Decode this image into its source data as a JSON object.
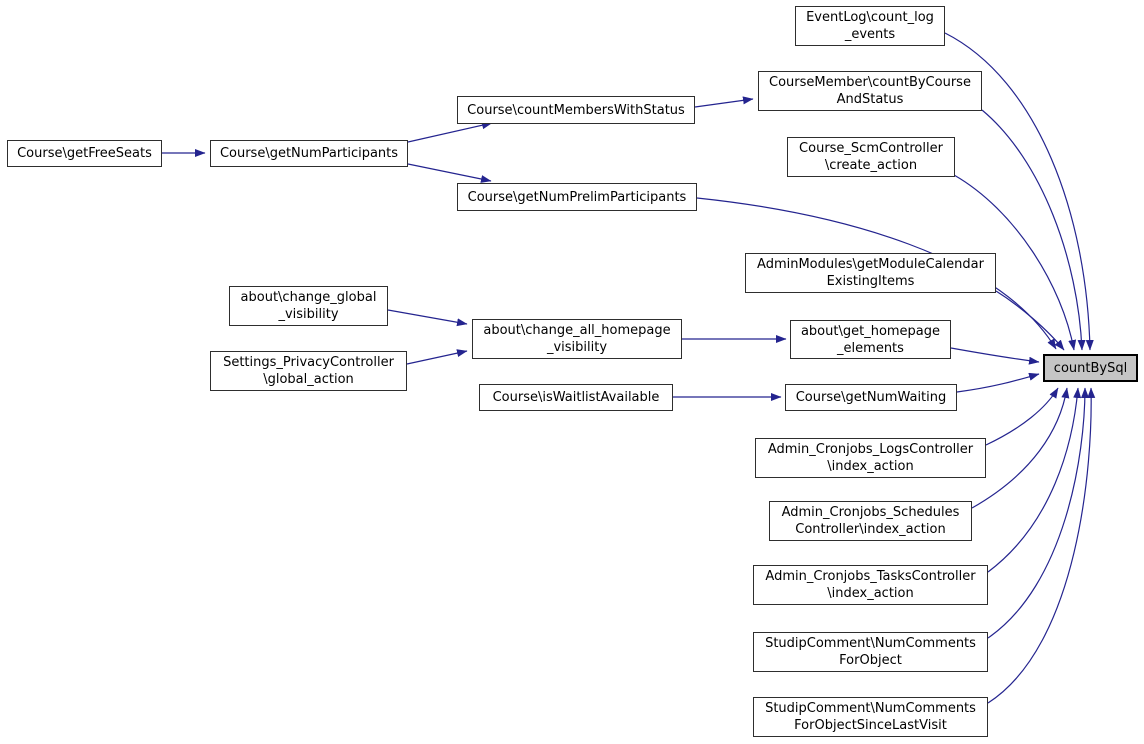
{
  "diagram": {
    "kind": "doxygen-call-graph",
    "target_function": "countBySql",
    "colors": {
      "edge": "#24248f",
      "node_border": "#2e2e2e",
      "node_fill": "#ffffff",
      "target_node_fill": "#c5c5c5",
      "background": "#ffffff",
      "text": "#000000"
    },
    "nodes": [
      {
        "id": "eventlog-count-log-events",
        "lines": [
          "EventLog\\count_log",
          "_events"
        ]
      },
      {
        "id": "coursemember-countbycourseandstatus",
        "lines": [
          "CourseMember\\countByCourse",
          "AndStatus"
        ]
      },
      {
        "id": "course-scmcontroller-create-action",
        "lines": [
          "Course_ScmController",
          "\\create_action"
        ]
      },
      {
        "id": "course-getfreeseats",
        "lines": [
          "Course\\getFreeSeats"
        ]
      },
      {
        "id": "course-getnumparticipants",
        "lines": [
          "Course\\getNumParticipants"
        ]
      },
      {
        "id": "course-countmemberswithstatus",
        "lines": [
          "Course\\countMembersWithStatus"
        ]
      },
      {
        "id": "course-getnumprelimparticipants",
        "lines": [
          "Course\\getNumPrelimParticipants"
        ]
      },
      {
        "id": "adminmodules-getmodulecalendarexistingitems",
        "lines": [
          "AdminModules\\getModuleCalendar",
          "ExistingItems"
        ]
      },
      {
        "id": "about-change-global-visibility",
        "lines": [
          "about\\change_global",
          "_visibility"
        ]
      },
      {
        "id": "settings-privacycontroller-global-action",
        "lines": [
          "Settings_PrivacyController",
          "\\global_action"
        ]
      },
      {
        "id": "about-change-all-homepage-visibility",
        "lines": [
          "about\\change_all_homepage",
          "_visibility"
        ]
      },
      {
        "id": "about-get-homepage-elements",
        "lines": [
          "about\\get_homepage",
          "_elements"
        ]
      },
      {
        "id": "course-iswaitlistavailable",
        "lines": [
          "Course\\isWaitlistAvailable"
        ]
      },
      {
        "id": "course-getnumwaiting",
        "lines": [
          "Course\\getNumWaiting"
        ]
      },
      {
        "id": "admin-cronjobs-logscontroller-index-action",
        "lines": [
          "Admin_Cronjobs_LogsController",
          "\\index_action"
        ]
      },
      {
        "id": "admin-cronjobs-schedulescontroller-index-action",
        "lines": [
          "Admin_Cronjobs_Schedules",
          "Controller\\index_action"
        ]
      },
      {
        "id": "admin-cronjobs-taskscontroller-index-action",
        "lines": [
          "Admin_Cronjobs_TasksController",
          "\\index_action"
        ]
      },
      {
        "id": "studipcomment-numcommentsforobject",
        "lines": [
          "StudipComment\\NumComments",
          "ForObject"
        ]
      },
      {
        "id": "studipcomment-numcommentsforobjectsincelastvisit",
        "lines": [
          "StudipComment\\NumComments",
          "ForObjectSinceLastVisit"
        ]
      },
      {
        "id": "countbysql",
        "lines": [
          "countBySql"
        ]
      }
    ],
    "edges": [
      {
        "from": "course-getfreeseats",
        "to": "course-getnumparticipants"
      },
      {
        "from": "course-getnumparticipants",
        "to": "course-countmemberswithstatus"
      },
      {
        "from": "course-getnumparticipants",
        "to": "course-getnumprelimparticipants"
      },
      {
        "from": "course-countmemberswithstatus",
        "to": "coursemember-countbycourseandstatus"
      },
      {
        "from": "coursemember-countbycourseandstatus",
        "to": "countbysql"
      },
      {
        "from": "eventlog-count-log-events",
        "to": "countbysql"
      },
      {
        "from": "course-scmcontroller-create-action",
        "to": "countbysql"
      },
      {
        "from": "course-getnumprelimparticipants",
        "to": "countbysql"
      },
      {
        "from": "adminmodules-getmodulecalendarexistingitems",
        "to": "countbysql"
      },
      {
        "from": "about-change-global-visibility",
        "to": "about-change-all-homepage-visibility"
      },
      {
        "from": "settings-privacycontroller-global-action",
        "to": "about-change-all-homepage-visibility"
      },
      {
        "from": "about-change-all-homepage-visibility",
        "to": "about-get-homepage-elements"
      },
      {
        "from": "about-get-homepage-elements",
        "to": "countbysql"
      },
      {
        "from": "course-iswaitlistavailable",
        "to": "course-getnumwaiting"
      },
      {
        "from": "course-getnumwaiting",
        "to": "countbysql"
      },
      {
        "from": "admin-cronjobs-logscontroller-index-action",
        "to": "countbysql"
      },
      {
        "from": "admin-cronjobs-schedulescontroller-index-action",
        "to": "countbysql"
      },
      {
        "from": "admin-cronjobs-taskscontroller-index-action",
        "to": "countbysql"
      },
      {
        "from": "studipcomment-numcommentsforobject",
        "to": "countbysql"
      },
      {
        "from": "studipcomment-numcommentsforobjectsincelastvisit",
        "to": "countbysql"
      }
    ]
  }
}
